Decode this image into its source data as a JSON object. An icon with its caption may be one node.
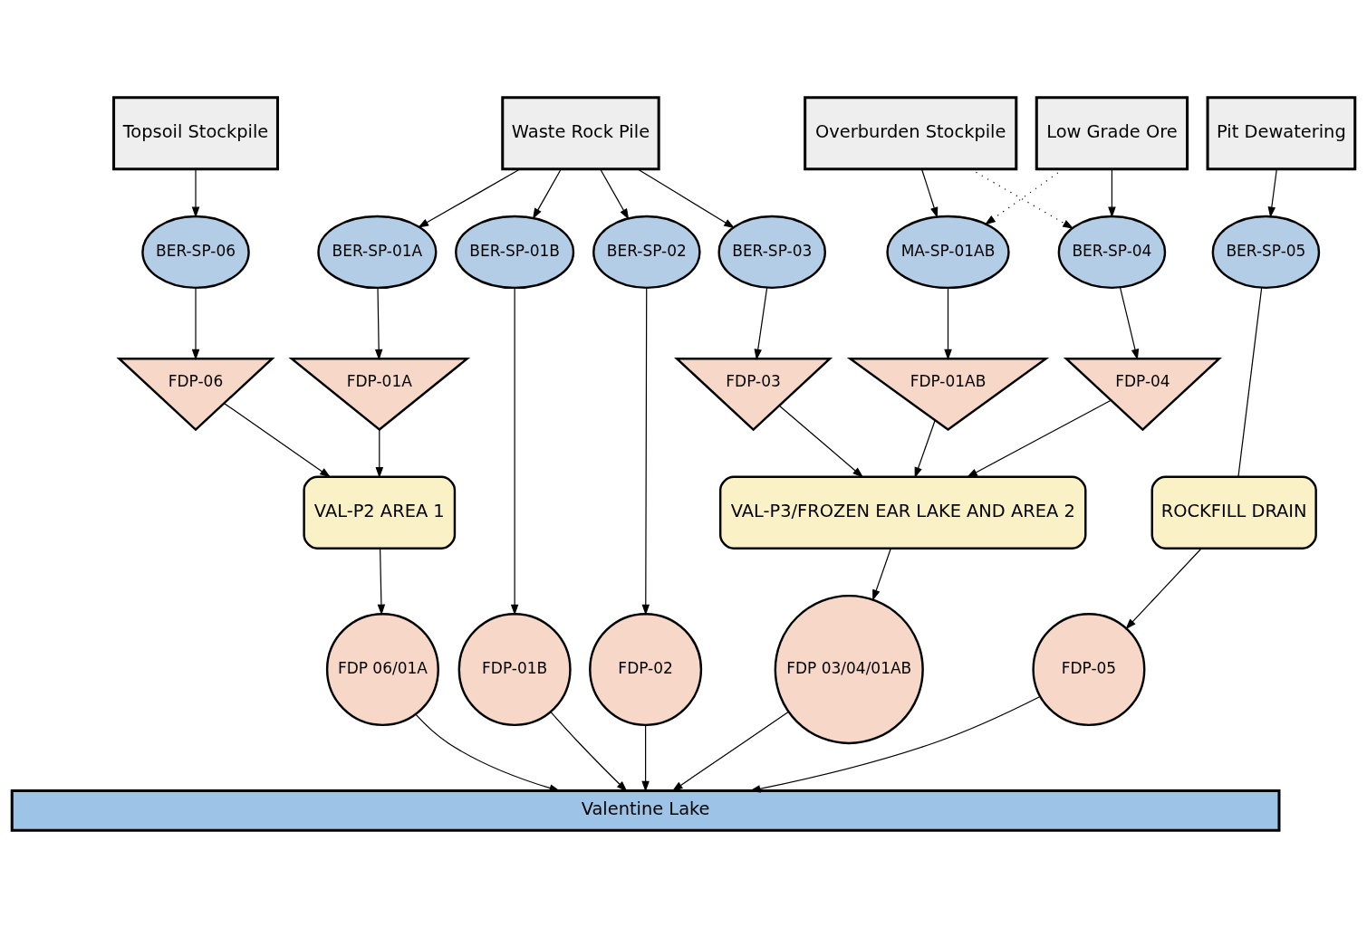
{
  "diagram": {
    "nodes": [
      {
        "text": [
          "Topsoil Stockpile"
        ]
      },
      {
        "text": [
          "Waste Rock Pile"
        ]
      },
      {
        "text": [
          "Low Grade Ore"
        ]
      },
      {
        "text": [
          "Overburden Stockpile"
        ]
      },
      {
        "text": [
          "Pit Dewatering"
        ]
      },
      {
        "text": [
          "BER-SP-06"
        ]
      },
      {
        "text": [
          "BER-SP-01A"
        ]
      },
      {
        "text": [
          "BER-SP-01B"
        ]
      },
      {
        "text": [
          "BER-SP-02"
        ]
      },
      {
        "text": [
          "BER-SP-03"
        ]
      },
      {
        "text": [
          "BER-SP-04"
        ]
      },
      {
        "text": [
          "MA-SP-01AB"
        ]
      },
      {
        "text": [
          "BER-SP-05"
        ]
      },
      {
        "text": [
          "FDP-06"
        ]
      },
      {
        "text": [
          "FDP-01A"
        ]
      },
      {
        "text": [
          "FDP-03"
        ]
      },
      {
        "text": [
          "FDP-04"
        ]
      },
      {
        "text": [
          "FDP-01AB"
        ]
      },
      {
        "text": [
          "VAL-P2 AREA 1"
        ]
      },
      {
        "text": [
          "VAL-P3/FROZEN EAR LAKE AND AREA 2"
        ]
      },
      {
        "text": [
          "ROCKFILL DRAIN"
        ]
      },
      {
        "text": [
          "FDP 06/01A"
        ]
      },
      {
        "text": [
          "FDP-01B"
        ]
      },
      {
        "text": [
          "FDP-02"
        ]
      },
      {
        "text": [
          "FDP 03/04/01AB"
        ]
      },
      {
        "text": [
          "FDP-05"
        ]
      },
      {
        "text": [
          "Valentine Lake"
        ]
      }
    ],
    "edges": [
      {
        "from": 0,
        "to": 5,
        "arrow": "to"
      },
      {
        "from": 1,
        "to": 6,
        "arrow": "to"
      },
      {
        "from": 1,
        "to": 7,
        "arrow": "to"
      },
      {
        "from": 1,
        "to": 8,
        "arrow": "to"
      },
      {
        "from": 1,
        "to": 9,
        "arrow": "to"
      },
      {
        "from": 2,
        "to": 10,
        "arrow": "to"
      },
      {
        "from": 2,
        "to": 11,
        "arrow": "to",
        "style": "dashed"
      },
      {
        "from": 3,
        "to": 10,
        "arrow": "to",
        "style": "dashed"
      },
      {
        "from": 3,
        "to": 11,
        "arrow": "to"
      },
      {
        "from": 4,
        "to": 12,
        "arrow": "to"
      },
      {
        "from": 5,
        "to": 13,
        "arrow": "to"
      },
      {
        "from": 6,
        "to": 14,
        "arrow": "to"
      },
      {
        "from": 9,
        "to": 15,
        "arrow": "to"
      },
      {
        "from": 10,
        "to": 16,
        "arrow": "to"
      },
      {
        "from": 11,
        "to": 17,
        "arrow": "to"
      },
      {
        "from": 12,
        "to": 20,
        "arrow": "none"
      },
      {
        "from": 13,
        "to": 18,
        "arrow": "to"
      },
      {
        "from": 14,
        "to": 18,
        "arrow": "to"
      },
      {
        "from": 7,
        "to": 22,
        "arrow": "to"
      },
      {
        "from": 8,
        "to": 23,
        "arrow": "to"
      },
      {
        "from": 15,
        "to": 19,
        "arrow": "to"
      },
      {
        "from": 16,
        "to": 19,
        "arrow": "to"
      },
      {
        "from": 17,
        "to": 19,
        "arrow": "to"
      },
      {
        "from": 18,
        "to": 21,
        "arrow": "to"
      },
      {
        "from": 19,
        "to": 24,
        "arrow": "to"
      },
      {
        "from": 20,
        "to": 25,
        "arrow": "to"
      },
      {
        "from": 21,
        "to": 26,
        "arrow": "to"
      },
      {
        "from": 22,
        "to": 26,
        "arrow": "to"
      },
      {
        "from": 23,
        "to": 26,
        "arrow": "to"
      },
      {
        "from": 24,
        "to": 26,
        "arrow": "to"
      },
      {
        "from": 25,
        "to": 26,
        "arrow": "to"
      }
    ]
  }
}
